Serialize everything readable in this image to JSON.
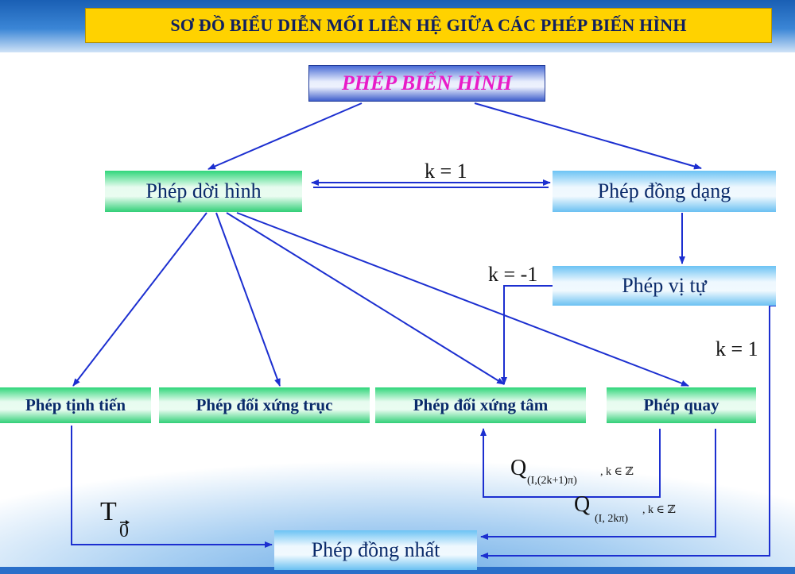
{
  "title": "SƠ ĐỒ BIỂU DIỄN MỐI LIÊN HỆ GIỮA CÁC PHÉP BIẾN HÌNH",
  "nodes": {
    "root": "PHÉP BIẾN HÌNH",
    "doi_hinh": "Phép dời hình",
    "dong_dang": "Phép đồng dạng",
    "vi_tu": "Phép vị tự",
    "tinh_tien": "Phép tịnh tiến",
    "doi_xung_truc": "Phép đối xứng trục",
    "doi_xung_tam": "Phép đối xứng tâm",
    "quay": "Phép quay",
    "dong_nhat": "Phép đồng nhất"
  },
  "edge_labels": {
    "k_eq_1_top": "k = 1",
    "k_eq_minus_1": "k = -1",
    "k_eq_1_right": "k = 1",
    "t_main": "T",
    "t_sub": "0",
    "q1_main": "Q",
    "q1_sub": "(I,(2k+1)π)",
    "q1_cond": ", k ∈ ℤ",
    "q2_main": "Q",
    "q2_sub": "(I, 2kπ)",
    "q2_cond": ", k ∈ ℤ"
  },
  "colors": {
    "band": "#1a5fb4",
    "title_bg": "#ffd200",
    "root_text": "#e81cc8",
    "arrow": "#1c2fd0",
    "green": "#2fd67a",
    "blue": "#6cc3f4"
  }
}
